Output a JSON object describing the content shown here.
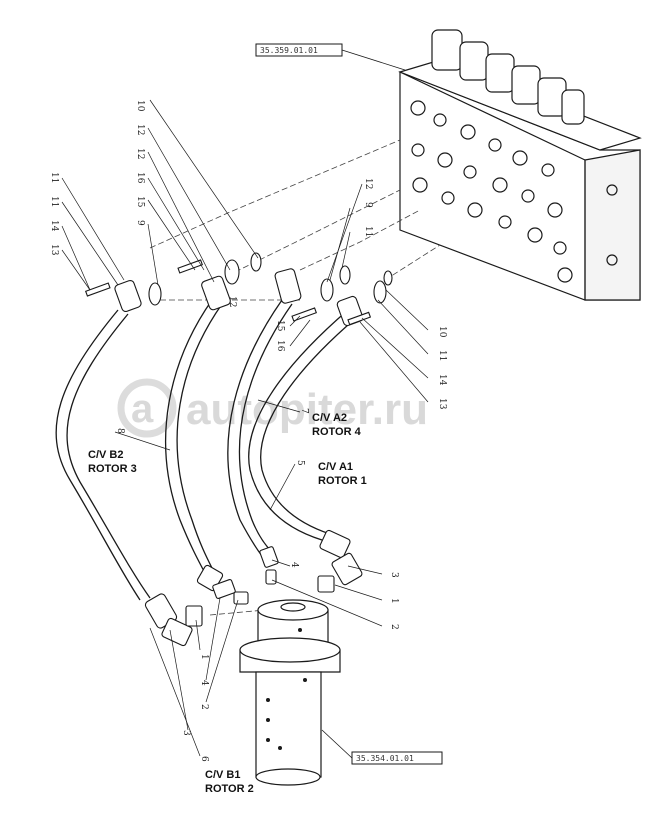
{
  "watermark": "autopiter.ru",
  "ref_boxes": {
    "top": "35.359.01.01",
    "bottom": "35.354.01.01"
  },
  "hose_labels": {
    "cv_a2": "C/V A2",
    "rotor4": "ROTOR 4",
    "cv_a1": "C/V A1",
    "rotor1": "ROTOR 1",
    "cv_b2": "C/V B2",
    "rotor3": "ROTOR 3",
    "cv_b1": "C/V B1",
    "rotor2": "ROTOR 2"
  },
  "callouts": {
    "n10_top": "10",
    "n12_a": "12",
    "n12_b": "12",
    "n16_a": "16",
    "n15_a": "15",
    "n9_a": "9",
    "n11_a": "11",
    "n11_b": "11",
    "n14_a": "14",
    "n13_a": "13",
    "n12_c": "12",
    "n12_d": "12",
    "n9_b": "9",
    "n11_c": "11",
    "n15_b": "15",
    "n16_b": "16",
    "n10_b": "10",
    "n11_d": "11",
    "n14_b": "14",
    "n13_b": "13",
    "n7": "7",
    "n8": "8",
    "n5": "5",
    "n4_a": "4",
    "n3_a": "3",
    "n1_a": "1",
    "n2_a": "2",
    "n1_b": "1",
    "n4_b": "4",
    "n2_b": "2",
    "n3_b": "3",
    "n6": "6"
  },
  "colors": {
    "line": "#1a1a1a",
    "watermark": "#d9d9d9"
  }
}
